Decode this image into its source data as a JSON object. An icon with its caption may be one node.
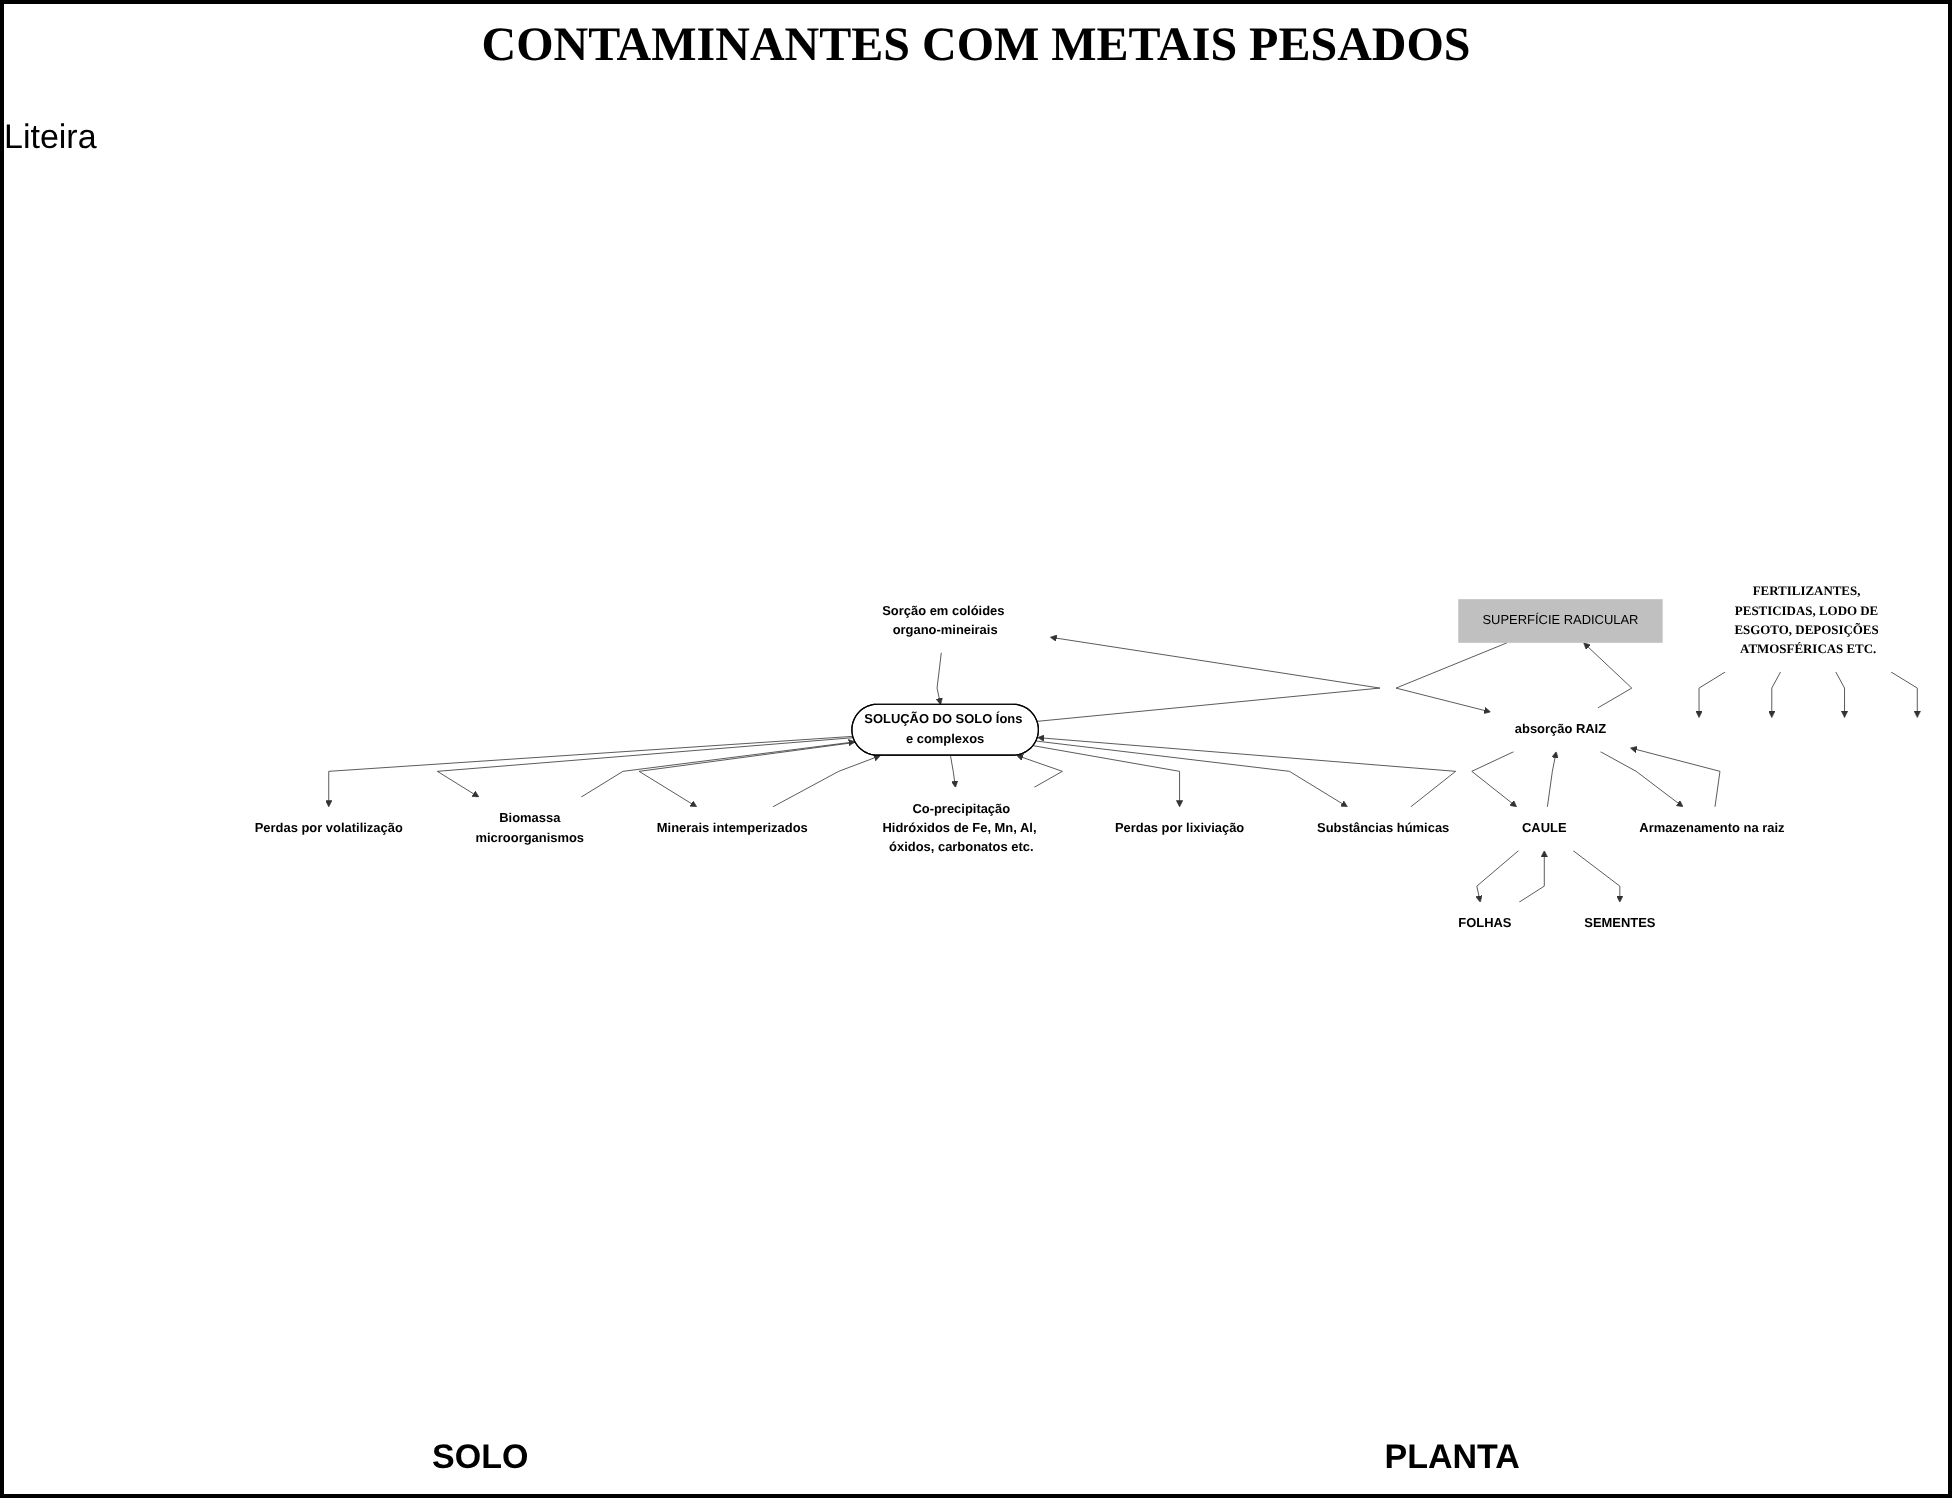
{
  "diagram": {
    "title": "CONTAMINANTES COM METAIS PESADOS",
    "nodes": [
      {
        "text": [
          "FERTILIZANTES, PESTICIDAS, LODO DE ESGOTO, DEPOSIÇÕES ATMOSFÉRICAS ETC."
        ]
      },
      {
        "text": [
          "Sorção em colóides organo-mineirais"
        ]
      },
      {
        "text": [
          "Perdas por volatilização"
        ]
      },
      {
        "text": [
          "Biomassa",
          "microorganismos"
        ]
      },
      {
        "text": [
          "Minerais intemperizados"
        ]
      },
      {
        "text": [
          "SOLUÇÃO DO SOLO Íons e complexos"
        ]
      },
      {
        "text": [
          "Co-precipitação",
          "Hidróxidos de Fe, Mn, Al, óxidos, carbonatos etc."
        ]
      },
      {
        "text": [
          "Perdas por lixiviação"
        ]
      },
      {
        "text": [
          "Substâncias húmicas"
        ]
      },
      {
        "text": [
          "SUPERFÍCIE RADICULAR"
        ]
      },
      {
        "text": [
          "FOLHAS"
        ]
      },
      {
        "text": [
          "SEMENTES"
        ]
      },
      {
        "text": [
          "CAULE"
        ]
      },
      {
        "text": [
          "absorção **RAIZ**"
        ]
      },
      {
        "text": [
          "Armazenamento na raiz"
        ]
      }
    ],
    "edges": [
      {
        "from": 0,
        "to": null,
        "arrow": "to"
      },
      {
        "from": 0,
        "to": null,
        "arrow": "to"
      },
      {
        "from": 0,
        "to": null,
        "arrow": "to"
      },
      {
        "from": 0,
        "to": null,
        "arrow": "to"
      },
      {
        "from": 5,
        "to": 1,
        "arrow": "to"
      },
      {
        "from": 1,
        "to": 5,
        "arrow": "to"
      },
      {
        "from": 5,
        "to": 2,
        "arrow": "to"
      },
      {
        "from": 5,
        "to": 3,
        "arrow": "to"
      },
      {
        "from": 3,
        "to": 5,
        "arrow": "to"
      },
      {
        "from": 4,
        "to": 5,
        "arrow": "to"
      },
      {
        "from": 5,
        "to": 4,
        "arrow": "to"
      },
      {
        "from": 6,
        "to": 5,
        "arrow": "to"
      },
      {
        "from": 5,
        "to": 6,
        "arrow": "to"
      },
      {
        "from": 5,
        "to": 7,
        "arrow": "to"
      },
      {
        "from": 5,
        "to": 8,
        "arrow": "to"
      },
      {
        "from": 8,
        "to": 5,
        "arrow": "to"
      },
      {
        "from": 9,
        "to": 13,
        "arrow": "to"
      },
      {
        "from": 13,
        "to": 9,
        "arrow": "to"
      },
      {
        "from": 12,
        "to": 10,
        "arrow": "to"
      },
      {
        "from": 10,
        "to": 12,
        "arrow": "to"
      },
      {
        "from": 12,
        "to": 11,
        "arrow": "to"
      },
      {
        "from": 13,
        "to": 12,
        "arrow": "to"
      },
      {
        "from": 12,
        "to": 13,
        "arrow": "to"
      },
      {
        "from": 13,
        "to": 14,
        "arrow": "to"
      },
      {
        "from": 14,
        "to": 13,
        "arrow": "to"
      }
    ],
    "labels": [
      "Liteira",
      "SOLO",
      "PLANTA"
    ]
  }
}
